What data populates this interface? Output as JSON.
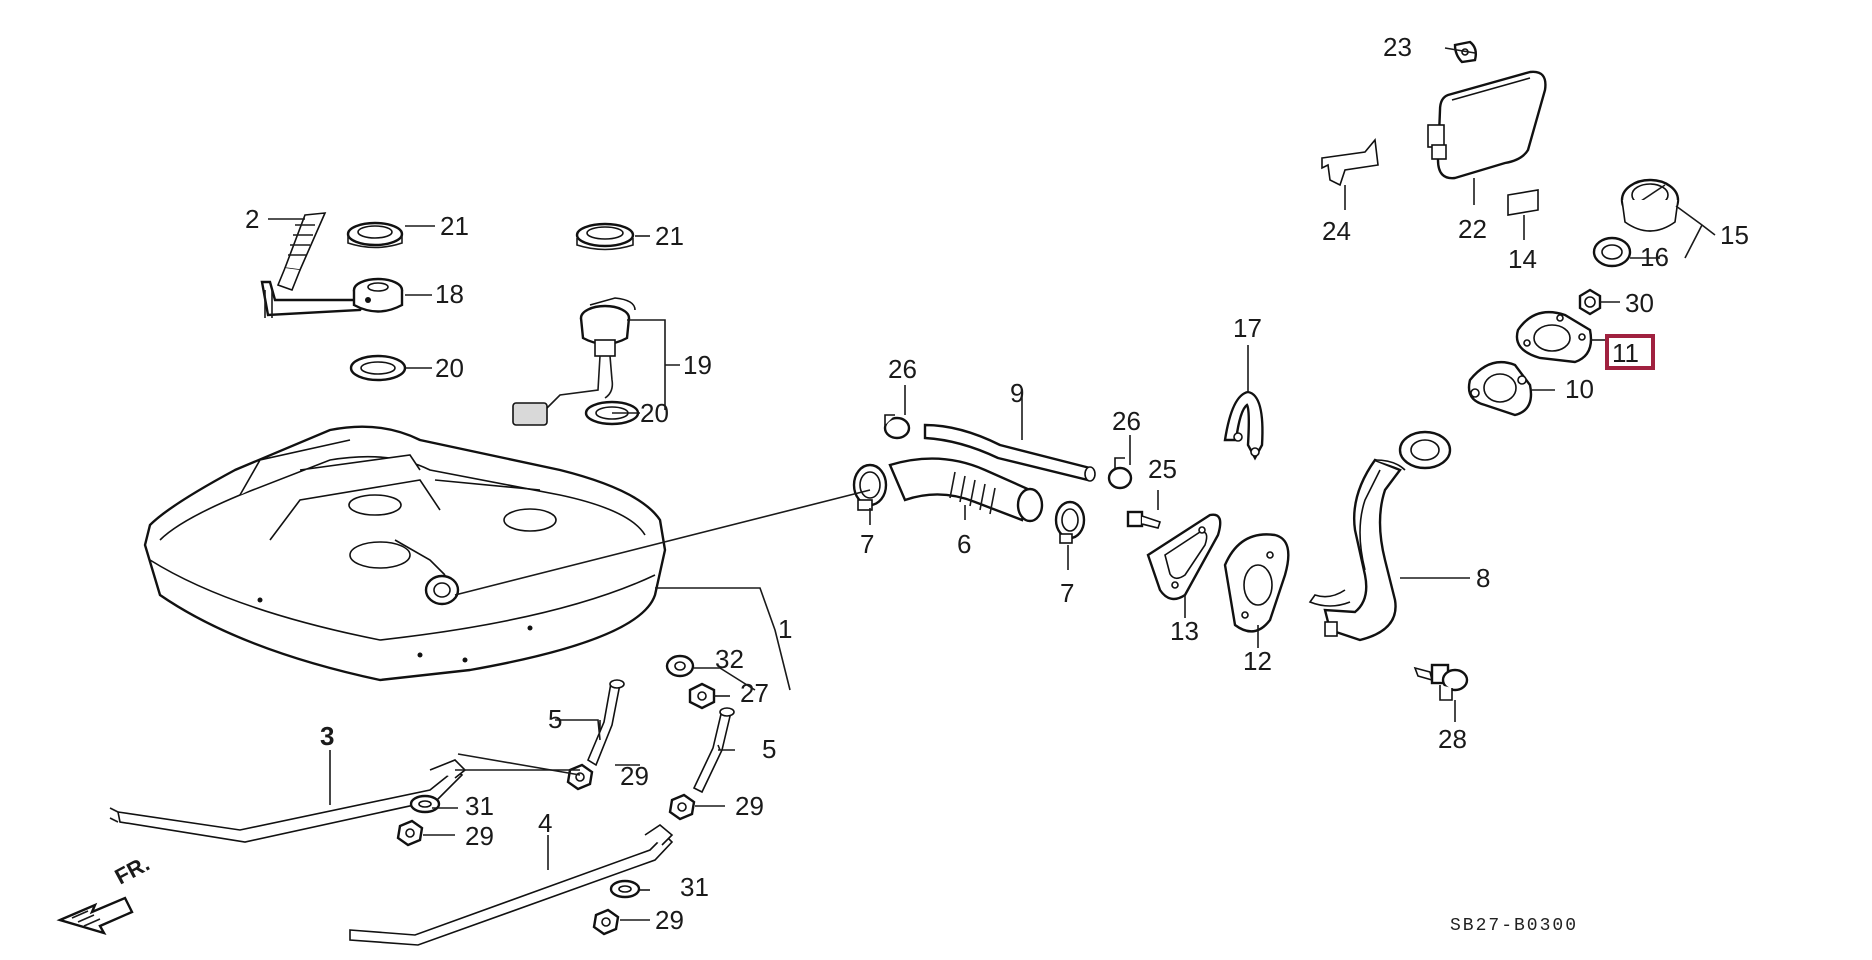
{
  "labels": {
    "p1": "1",
    "p2": "2",
    "p3": "3",
    "p4": "4",
    "p5a": "5",
    "p5b": "5",
    "p6": "6",
    "p7a": "7",
    "p7b": "7",
    "p8": "8",
    "p9": "9",
    "p10": "10",
    "p11": "11",
    "p12": "12",
    "p13": "13",
    "p14": "14",
    "p15": "15",
    "p16": "16",
    "p17": "17",
    "p18": "18",
    "p19": "19",
    "p20a": "20",
    "p20b": "20",
    "p21a": "21",
    "p21b": "21",
    "p22": "22",
    "p23": "23",
    "p24": "24",
    "p25": "25",
    "p26a": "26",
    "p26b": "26",
    "p27": "27",
    "p28": "28",
    "p29a": "29",
    "p29b": "29",
    "p29c": "29",
    "p29d": "29",
    "p30": "30",
    "p31a": "31",
    "p31b": "31",
    "p32": "32"
  },
  "front_marker": "FR.",
  "diagram_code": "SB27-B0300",
  "highlighted_part": "11",
  "colors": {
    "highlight": "#a0213f",
    "ink": "#111111"
  }
}
